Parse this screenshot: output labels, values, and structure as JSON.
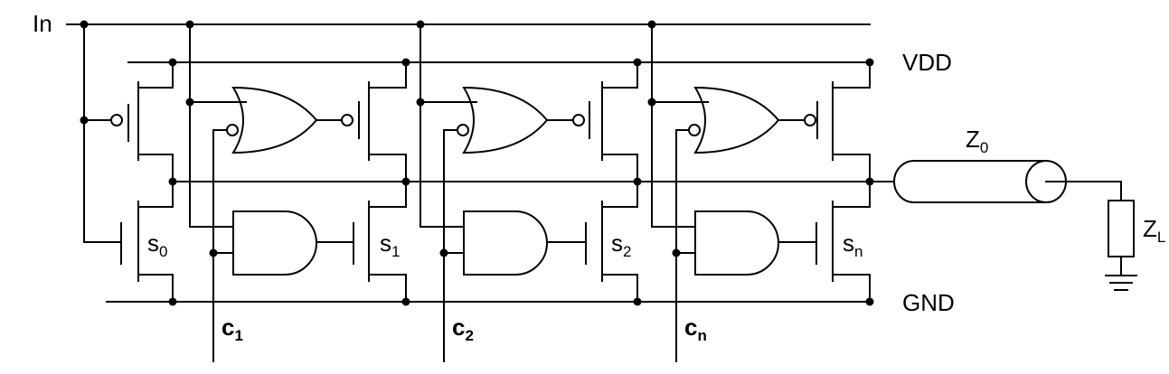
{
  "labels": {
    "input": "In",
    "vdd": "VDD",
    "gnd": "GND",
    "line_impedance": {
      "base": "Z",
      "sub": "0"
    },
    "load_impedance": {
      "base": "Z",
      "sub": "L"
    },
    "transistors": [
      {
        "base": "s",
        "sub": "0"
      },
      {
        "base": "s",
        "sub": "1"
      },
      {
        "base": "s",
        "sub": "2"
      },
      {
        "base": "s",
        "sub": "n"
      }
    ],
    "controls": [
      {
        "base": "c",
        "sub": "1"
      },
      {
        "base": "c",
        "sub": "2"
      },
      {
        "base": "c",
        "sub": "n"
      }
    ]
  }
}
